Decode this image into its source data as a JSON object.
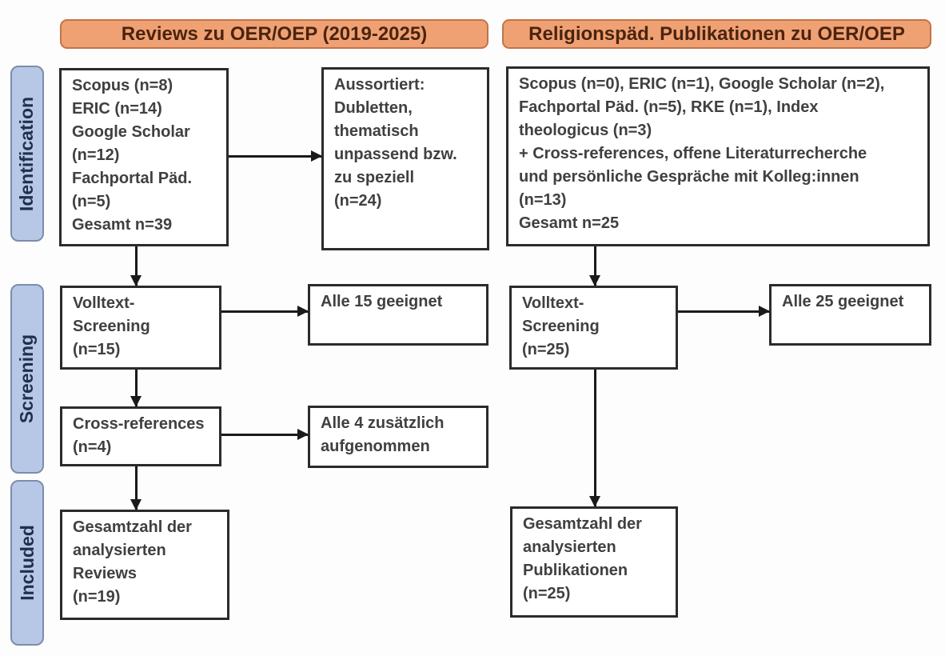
{
  "colors": {
    "background": "#fdfdfd",
    "header_fill": "#f0a173",
    "header_border": "#c2734a",
    "header_text": "#4a2410",
    "stage_fill": "#b7c8e7",
    "stage_border": "#7c8dac",
    "stage_text": "#1f2f4d",
    "box_border": "#2b2b2b",
    "box_text": "#404040",
    "arrow": "#1a1a1a"
  },
  "column_headers": {
    "left": "Reviews zu OER/OEP (2019-2025)",
    "right": "Religionspäd. Publikationen zu OER/OEP"
  },
  "stages": {
    "identification": "Identification",
    "screening": "Screening",
    "included": "Included"
  },
  "left_flow": {
    "sources": "Scopus (n=8)\nERIC (n=14)\nGoogle Scholar\n(n=12)\nFachportal Päd.\n(n=5)\nGesamt n=39",
    "excluded": "Aussortiert:\nDubletten,\nthematisch\nunpassend bzw.\nzu speziell\n(n=24)",
    "fulltext_screening": "Volltext-\nScreening\n(n=15)",
    "screening_result": "Alle 15 geeignet",
    "cross_references": "Cross-references\n(n=4)",
    "cross_references_result": "Alle 4 zusätzlich\naufgenommen",
    "included_total": "Gesamtzahl der\nanalysierten\nReviews\n(n=19)"
  },
  "right_flow": {
    "sources": "Scopus (n=0), ERIC (n=1), Google Scholar (n=2),\nFachportal Päd. (n=5), RKE (n=1), Index\ntheologicus (n=3)\n+ Cross-references, offene Literaturrecherche\nund persönliche Gespräche mit Kolleg:innen\n(n=13)\nGesamt n=25",
    "fulltext_screening": "Volltext-\nScreening\n(n=25)",
    "screening_result": "Alle 25 geeignet",
    "included_total": "Gesamtzahl der\nanalysierten\nPublikationen\n(n=25)"
  }
}
